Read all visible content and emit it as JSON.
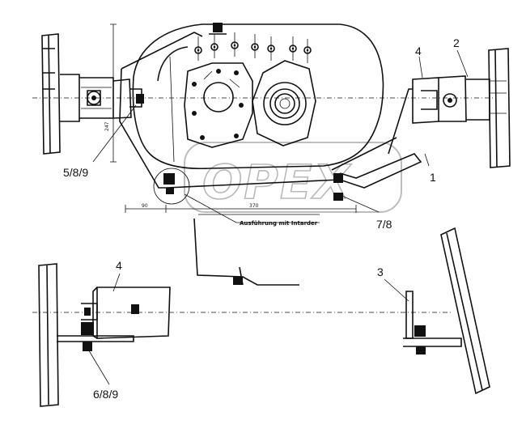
{
  "callouts": {
    "c1": "1",
    "c2": "2",
    "c3": "3",
    "c4_top": "4",
    "c4_bottom": "4",
    "c5": "5/8/9",
    "c6": "6/8/9",
    "c7": "7/8"
  },
  "annotation": "Ausführung mit Intarder",
  "dimensions": {
    "d90": "90",
    "d370": "370",
    "d247": "247"
  },
  "watermark": "OPEX"
}
